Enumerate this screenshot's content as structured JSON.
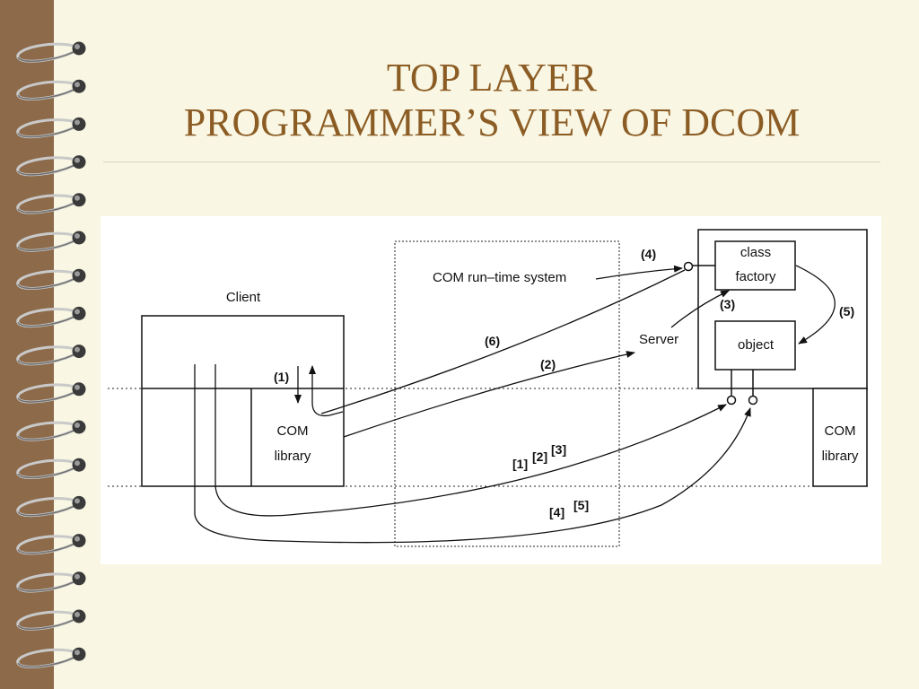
{
  "title": {
    "line1": "TOP LAYER",
    "line2": "PROGRAMMER’S VIEW OF DCOM"
  },
  "colors": {
    "background": "#f9f7e3",
    "spine": "#8c6a4a",
    "title": "#8c5c25"
  },
  "diagram": {
    "client_label": "Client",
    "client_com_library": [
      "COM",
      "library"
    ],
    "runtime_label": "COM run–time system",
    "server_label": "Server",
    "class_factory": [
      "class",
      "factory"
    ],
    "object_label": "object",
    "server_com_library": [
      "COM",
      "library"
    ],
    "step_labels": {
      "s1": "(1)",
      "s2": "(2)",
      "s3": "(3)",
      "s4": "(4)",
      "s5": "(5)",
      "s6": "(6)"
    },
    "bracket_labels": {
      "b1": "[1]",
      "b2": "[2]",
      "b3": "[3]",
      "b4": "[4]",
      "b5": "[5]"
    }
  }
}
